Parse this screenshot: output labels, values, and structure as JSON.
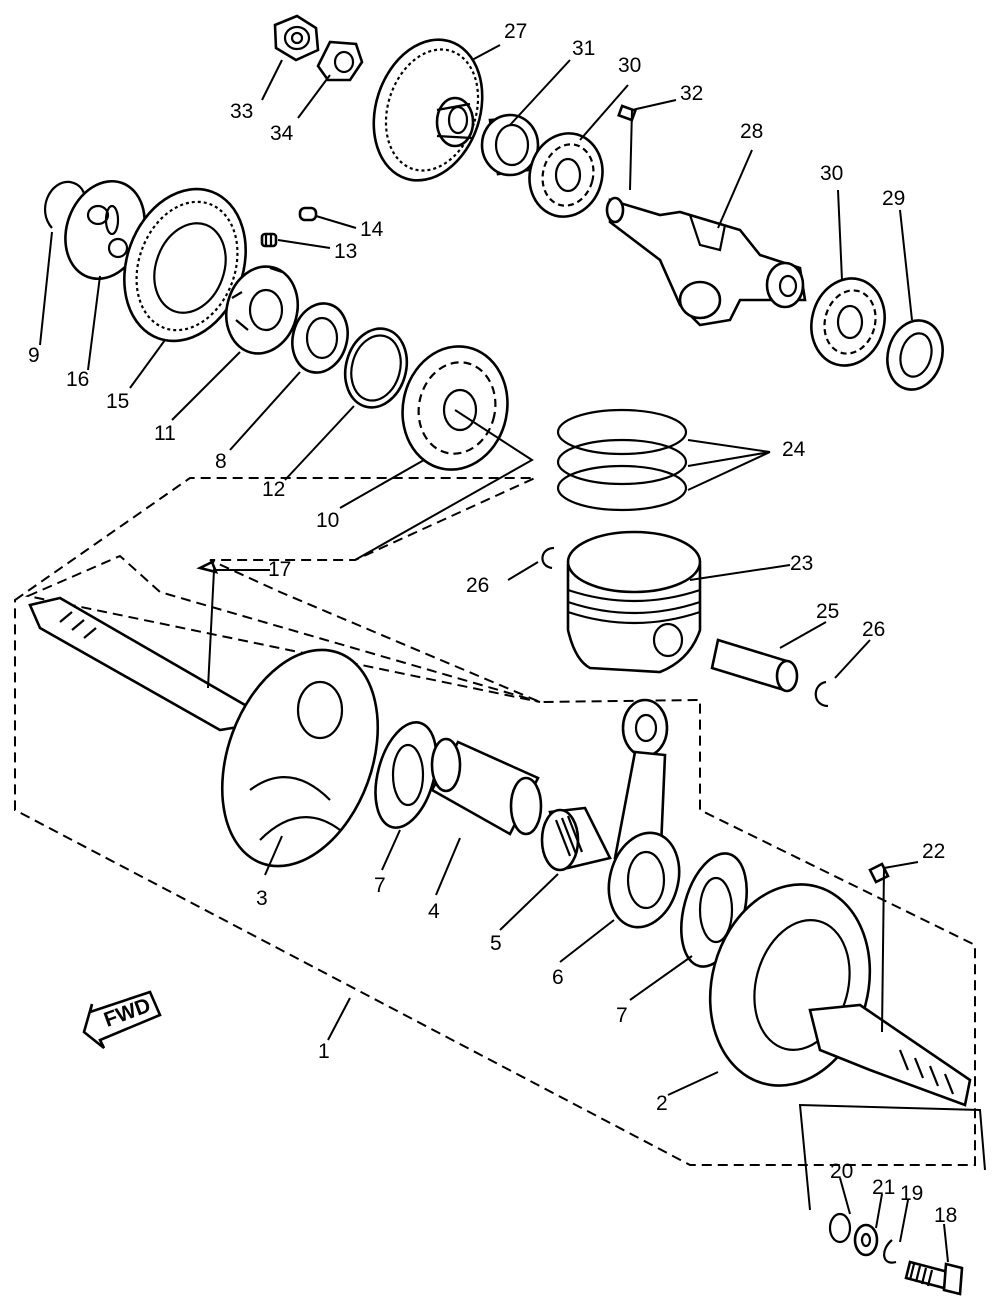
{
  "labels": {
    "p1": "1",
    "p2": "2",
    "p3": "3",
    "p4": "4",
    "p5": "5",
    "p6": "6",
    "p7a": "7",
    "p7b": "7",
    "p8": "8",
    "p9": "9",
    "p10": "10",
    "p11": "11",
    "p12": "12",
    "p13": "13",
    "p14": "14",
    "p15": "15",
    "p16": "16",
    "p17": "17",
    "p18": "18",
    "p19": "19",
    "p20": "20",
    "p21": "21",
    "p22": "22",
    "p23": "23",
    "p24": "24",
    "p25": "25",
    "p26a": "26",
    "p26b": "26",
    "p27": "27",
    "p28": "28",
    "p29": "29",
    "p30a": "30",
    "p30b": "30",
    "p31": "31",
    "p32": "32",
    "p33": "33",
    "p34": "34"
  },
  "fwd_arrow": {
    "text": "FWD"
  }
}
